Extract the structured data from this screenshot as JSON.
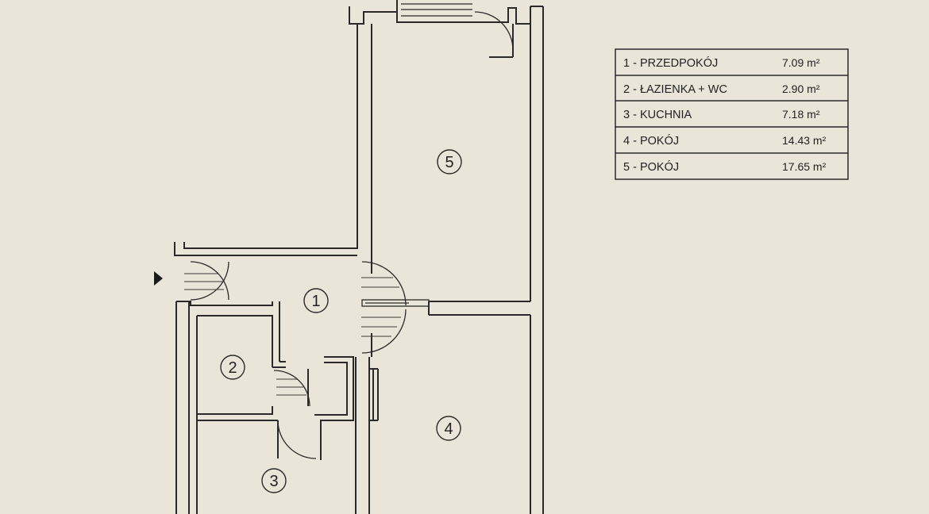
{
  "legend": [
    {
      "label": "1 - PRZEDPOKÓJ",
      "area": "7.09 m²"
    },
    {
      "label": "2 - ŁAZIENKA + WC",
      "area": "2.90 m²"
    },
    {
      "label": "3 - KUCHNIA",
      "area": "7.18 m²"
    },
    {
      "label": "4 - POKÓJ",
      "area": "14.43 m²"
    },
    {
      "label": "5 - POKÓJ",
      "area": "17.65 m²"
    }
  ],
  "rooms": [
    {
      "number": "1"
    },
    {
      "number": "2"
    },
    {
      "number": "3"
    },
    {
      "number": "4"
    },
    {
      "number": "5"
    }
  ]
}
